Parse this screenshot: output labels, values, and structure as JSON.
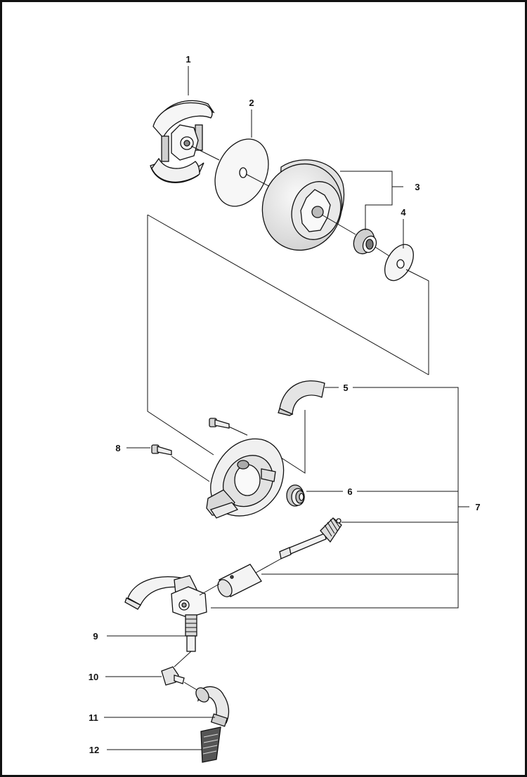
{
  "callouts": {
    "n1": "1",
    "n2": "2",
    "n3": "3",
    "n4": "4",
    "n5": "5",
    "n6": "6",
    "n7": "7",
    "n8": "8",
    "n9": "9",
    "n10": "10",
    "n11": "11",
    "n12": "12"
  },
  "colors": {
    "line": "#111111",
    "fill_light": "#f2f2f2",
    "fill_mid": "#d8d8d8",
    "fill_dark": "#9a9a9a",
    "background": "#ffffff"
  }
}
